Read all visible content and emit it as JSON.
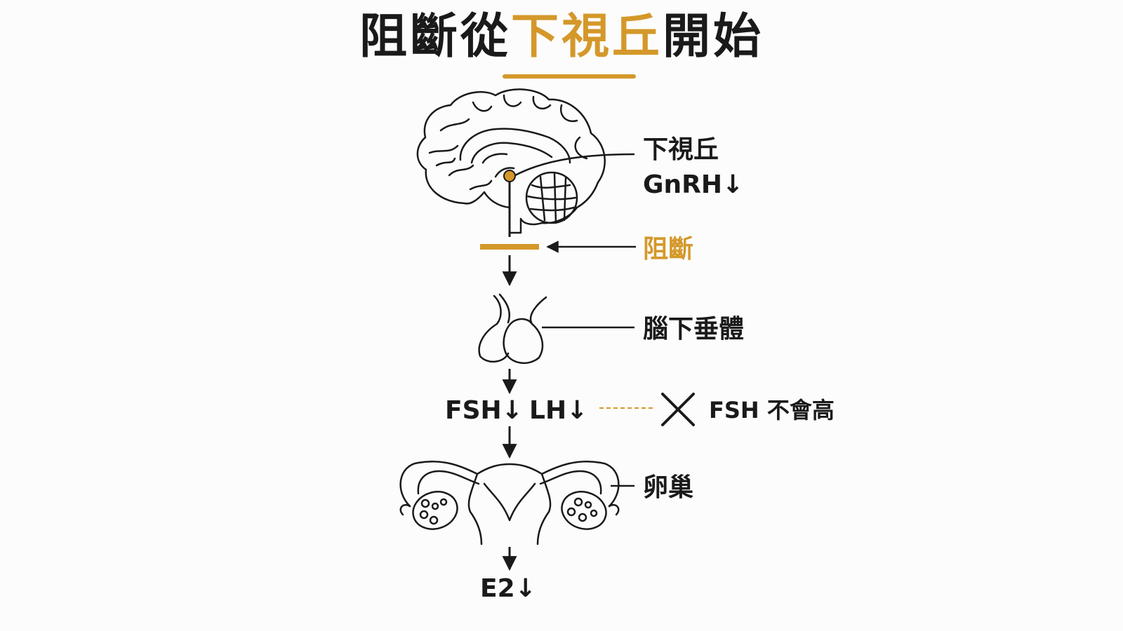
{
  "title": {
    "prefix": "阻斷從",
    "highlight": "下視丘",
    "suffix": "開始"
  },
  "labels": {
    "hypothalamus": "下視丘",
    "gnrh": "GnRH↓",
    "block": "阻斷",
    "pituitary": "腦下垂體",
    "fsh": "FSH↓",
    "lh": "LH↓",
    "fsh_not_high": "FSH 不會高",
    "ovary": "卵巢",
    "e2": "E2↓"
  },
  "colors": {
    "accent": "#d4982a",
    "ink": "#1a1a1a"
  },
  "icons": [
    "brain-icon",
    "pituitary-icon",
    "uterus-ovary-icon",
    "x-mark-icon"
  ]
}
